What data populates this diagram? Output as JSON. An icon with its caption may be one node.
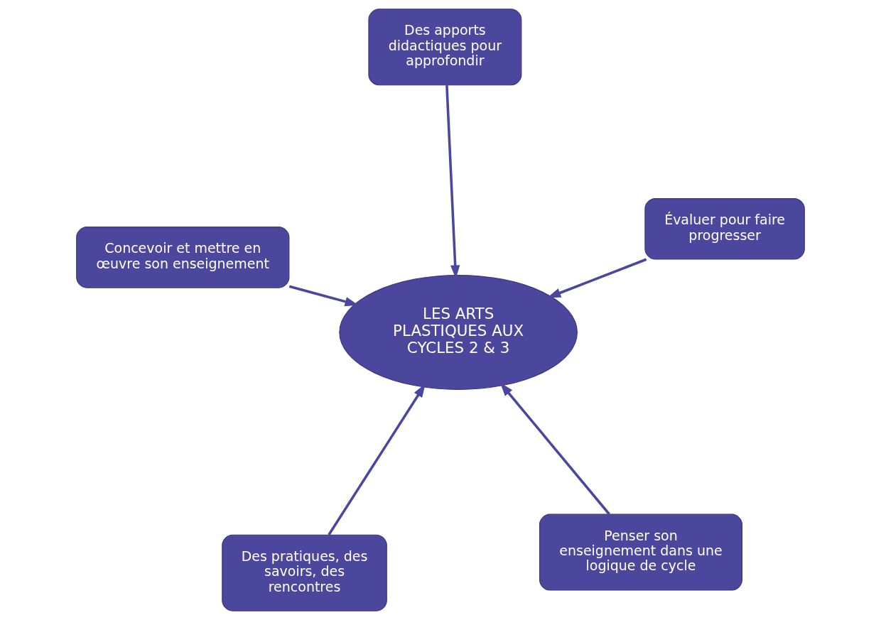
{
  "diagram": {
    "nodes": [
      {
        "text": [
          "LES ARTS PLASTIQUES AUX CYCLES 2 & 3"
        ]
      },
      {
        "text": [
          "Penser son enseignement dans une logique de cycle"
        ]
      },
      {
        "text": [
          "Des pratiques, des savoirs, des rencontres"
        ]
      },
      {
        "text": [
          "Concevoir et mettre en œuvre son enseignement"
        ]
      },
      {
        "text": [
          "Évaluer pour faire progresser"
        ]
      },
      {
        "text": [
          "Des apports didactiques pour approfondir"
        ]
      }
    ],
    "edges": [
      {
        "from": 1,
        "to": 0,
        "arrow": "to"
      },
      {
        "from": 2,
        "to": 0,
        "arrow": "to"
      },
      {
        "from": 3,
        "to": 0,
        "arrow": "to"
      },
      {
        "from": 4,
        "to": 0,
        "arrow": "to"
      },
      {
        "from": 5,
        "to": 0,
        "arrow": "to"
      }
    ]
  }
}
